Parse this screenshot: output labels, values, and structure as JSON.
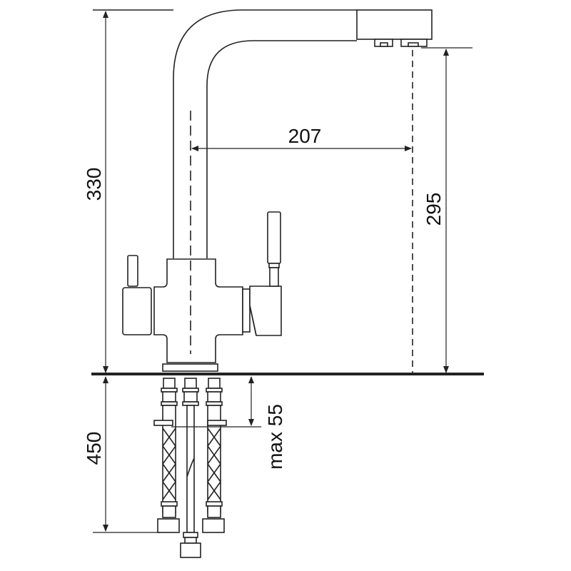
{
  "diagram": {
    "dimensions": {
      "total_height": "330",
      "spout_reach": "207",
      "spout_clearance": "295",
      "hose_length": "450",
      "max_counter_thickness": "max 55"
    },
    "colors": {
      "line": "#222222",
      "background": "#ffffff"
    }
  }
}
